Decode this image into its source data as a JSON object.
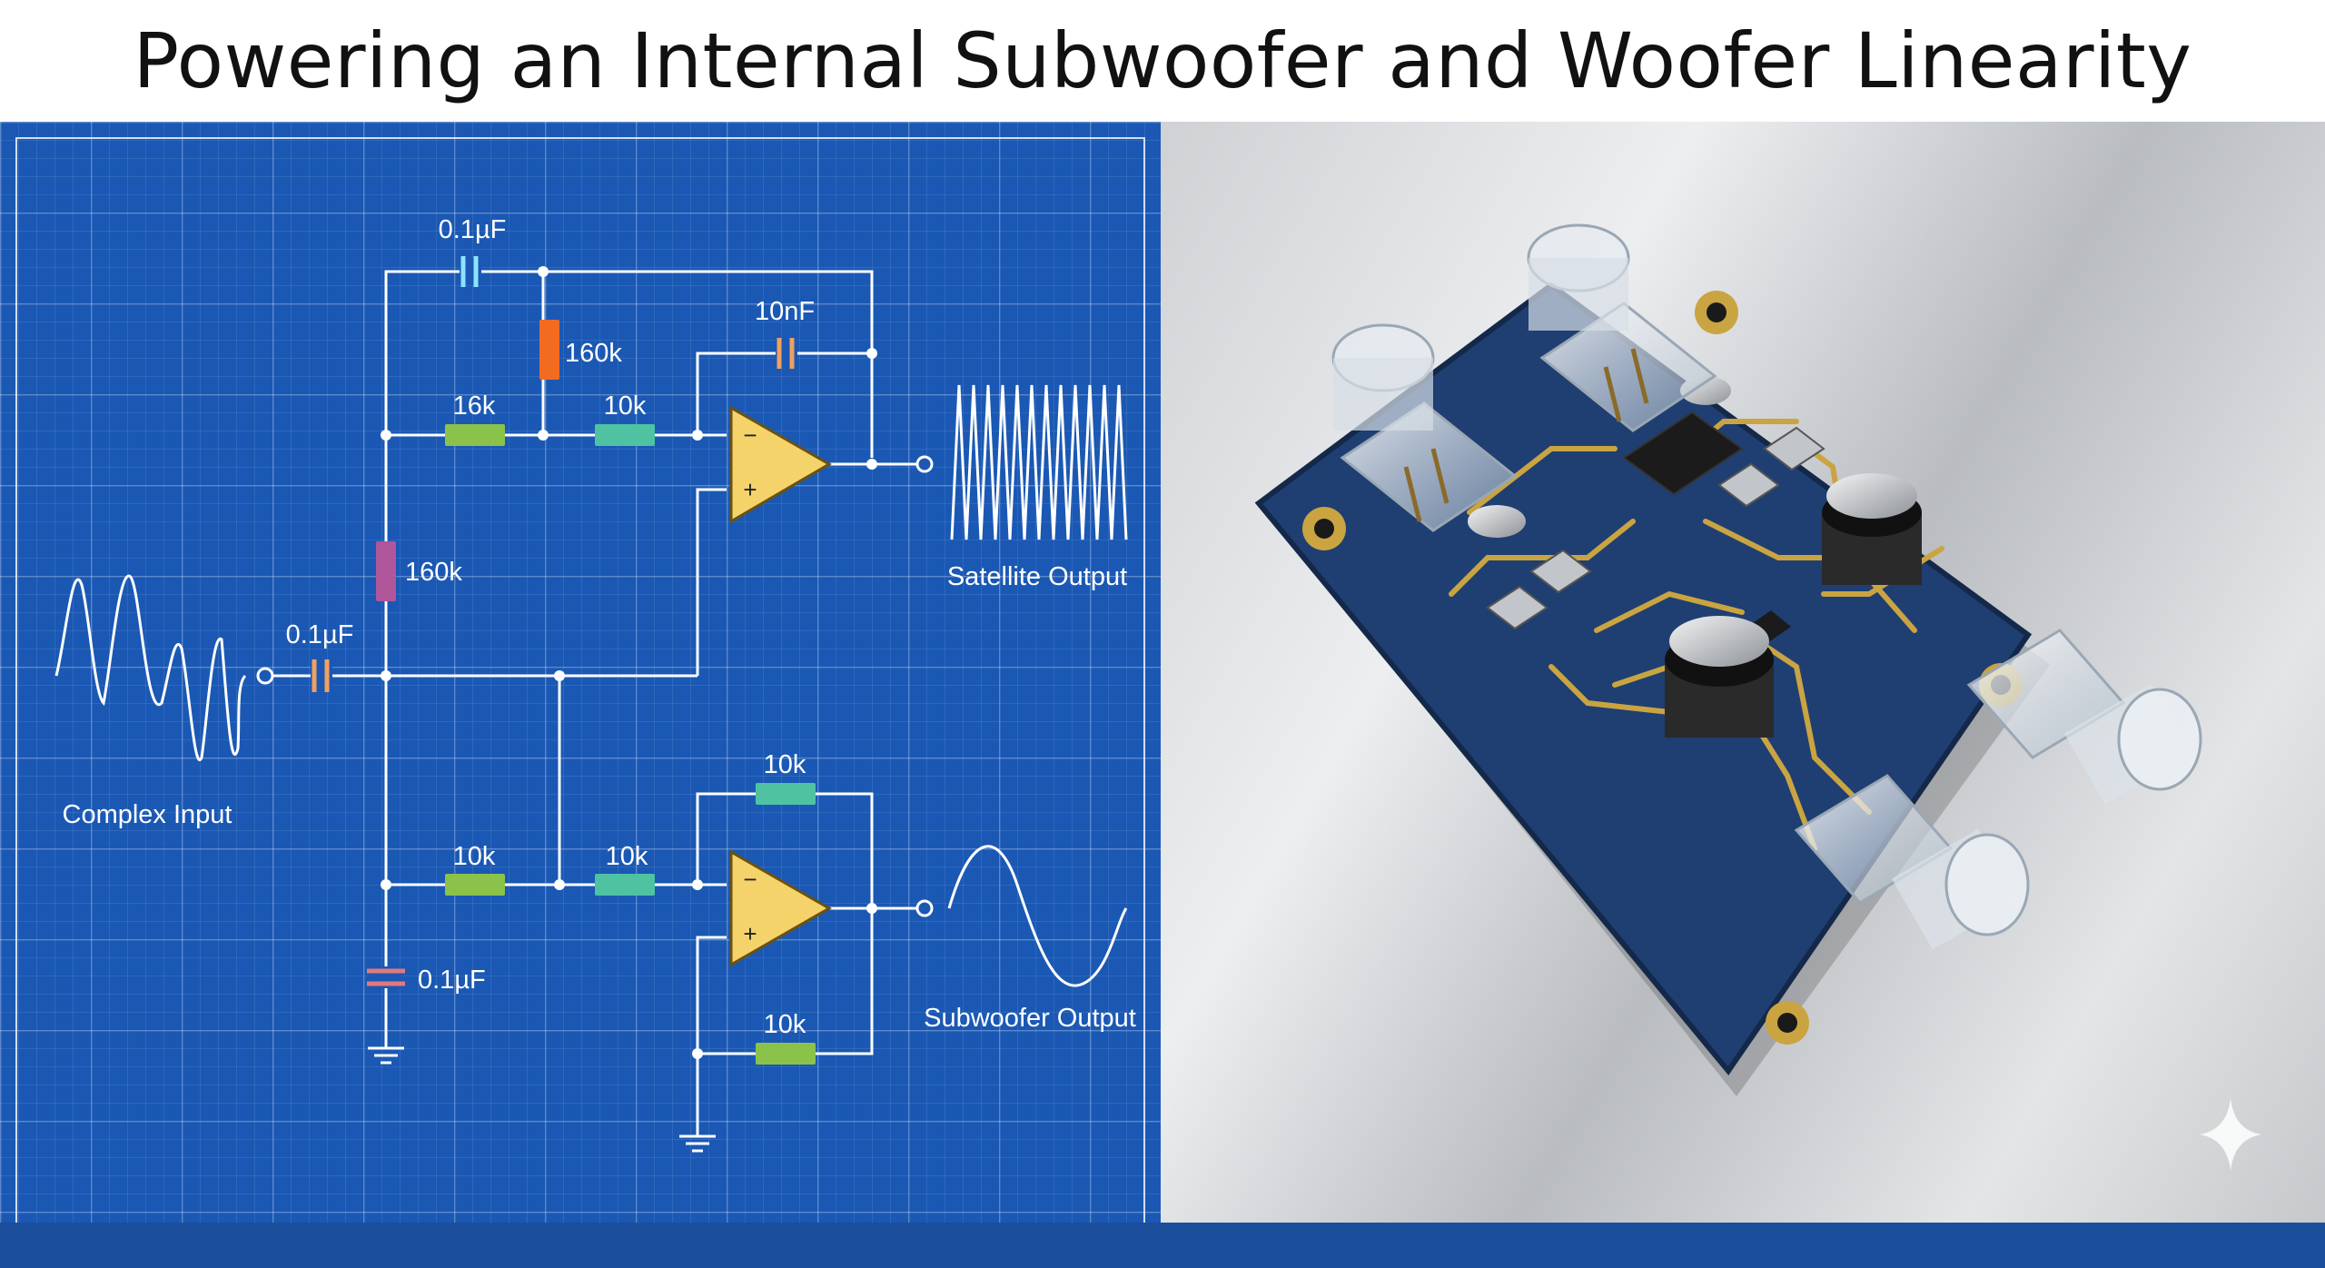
{
  "title": "Powering an Internal Subwoofer and Woofer Linearity",
  "schematic": {
    "cap_top": "0.1µF",
    "res_top_vertical": "160k",
    "cap_feedback": "10nF",
    "res_upper_left": "16k",
    "res_upper_right": "10k",
    "res_mid_vertical": "160k",
    "cap_input": "0.1µF",
    "input_label": "Complex Input",
    "satellite_label": "Satellite Output",
    "res_lower_feedback": "10k",
    "res_lower_left": "10k",
    "res_lower_right": "10k",
    "cap_ground": "0.1µF",
    "res_bottom": "10k",
    "subwoofer_label": "Subwoofer Output",
    "opamp_minus": "−",
    "opamp_plus": "+"
  },
  "colors": {
    "blueprint": "#1a58b4",
    "resistor_green": "#8bc34a",
    "resistor_teal": "#4fc3a1",
    "resistor_orange": "#f26b21",
    "resistor_purple": "#b0569b",
    "opamp_yellow": "#f4d36b",
    "pcb_blue": "#1f3f72",
    "trace_gold": "#c9a441",
    "footer": "#1b4f9c"
  },
  "icons": [
    "sparkle-icon",
    "ground-symbol-icon"
  ]
}
